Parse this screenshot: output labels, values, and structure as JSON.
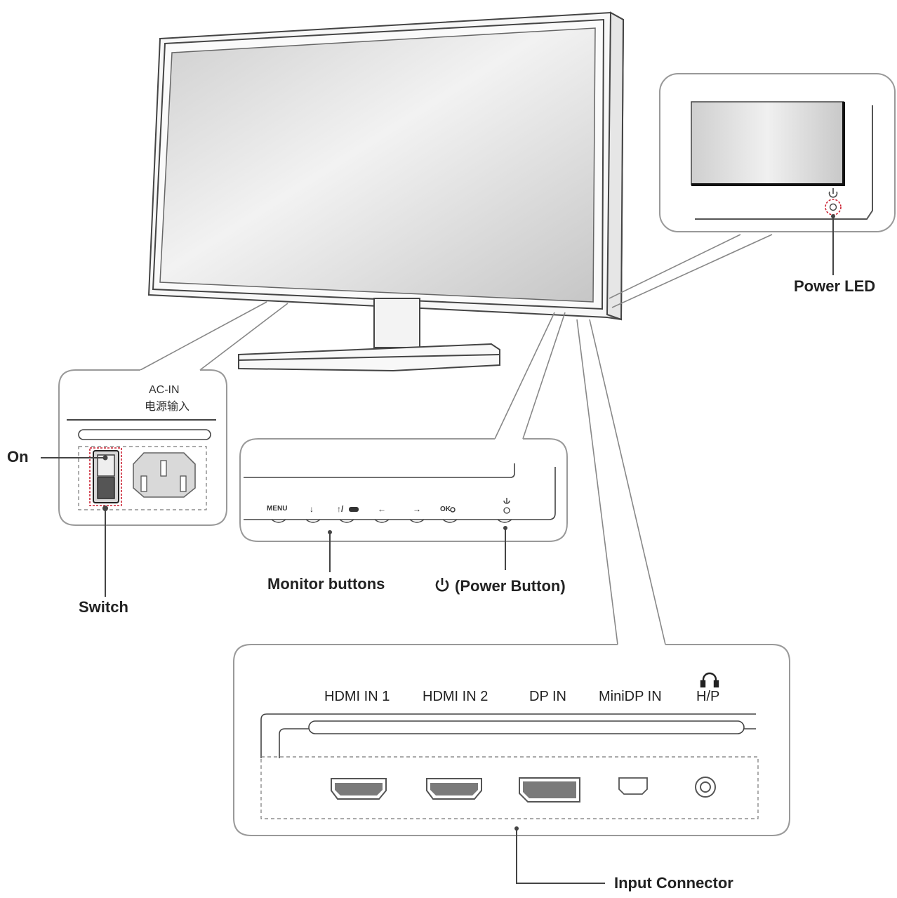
{
  "callouts": {
    "power_led": "Power LED",
    "on": "On",
    "switch": "Switch",
    "monitor_buttons": "Monitor buttons",
    "power_button": "(Power Button)",
    "input_connector": "Input Connector"
  },
  "ac_panel": {
    "title_en": "AC-IN",
    "title_cn": "电源输入"
  },
  "buttons": [
    "MENU",
    "↓",
    "↑/",
    "←",
    "→",
    "OK"
  ],
  "ports": [
    "HDMI IN 1",
    "HDMI IN 2",
    "DP IN",
    "MiniDP IN",
    "H/P"
  ],
  "colors": {
    "line": "#555555",
    "screen": "#d9d9d9",
    "highlight": "#cc2233",
    "port_fill": "#7a7a7a"
  },
  "icons": [
    "power-icon",
    "headphone-icon",
    "gamepad-icon"
  ]
}
